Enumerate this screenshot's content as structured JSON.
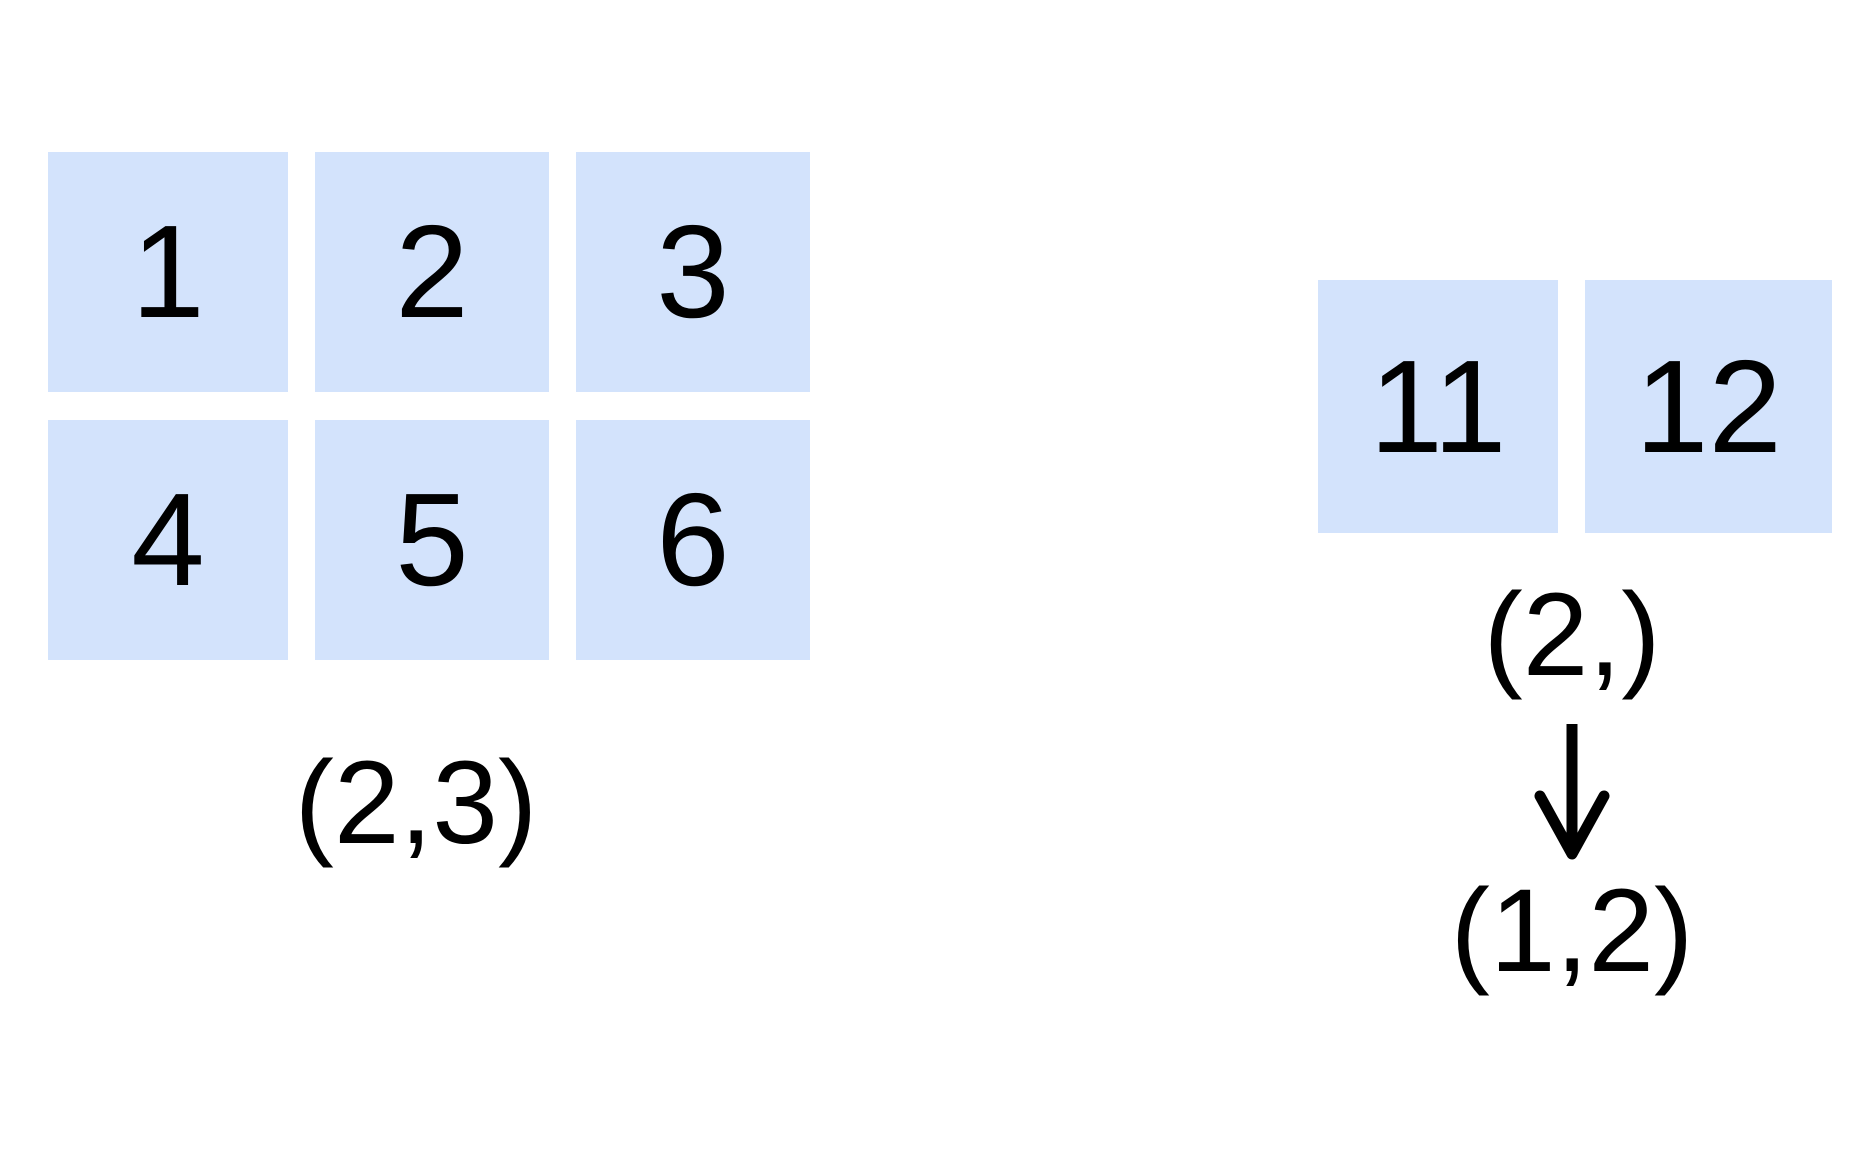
{
  "colors": {
    "cell_fill": "#d3e3fc",
    "text": "#000000",
    "background": "#ffffff"
  },
  "matrix": {
    "cells": [
      "1",
      "2",
      "3",
      "4",
      "5",
      "6"
    ],
    "shape": "(2,3)"
  },
  "vector": {
    "cells": [
      "11",
      "12"
    ],
    "shape": "(2,)"
  },
  "result": {
    "shape": "(1,2)"
  },
  "icons": {
    "arrow": "arrow-down-icon"
  }
}
